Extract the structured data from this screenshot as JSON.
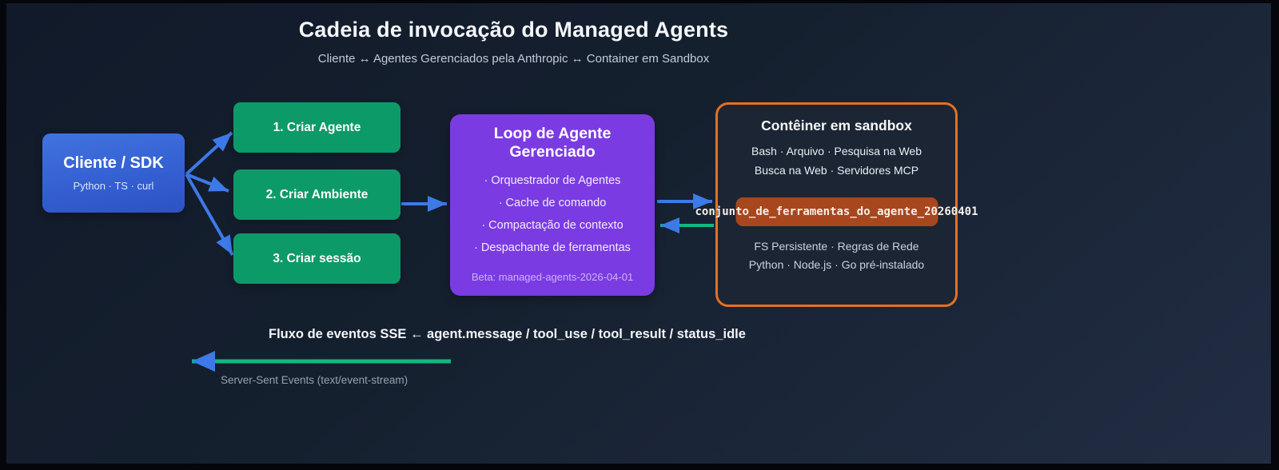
{
  "header": {
    "title": "Cadeia de invocação do Managed Agents",
    "subtitle": "Cliente ↔ Agentes Gerenciados pela Anthropic ↔ Container em Sandbox"
  },
  "client": {
    "title": "Cliente / SDK",
    "subtitle": "Python · TS · curl"
  },
  "steps": [
    {
      "label": "1. Criar Agente"
    },
    {
      "label": "2. Criar Ambiente"
    },
    {
      "label": "3. Criar sessão"
    }
  ],
  "managed_loop": {
    "title": "Loop de Agente Gerenciado",
    "items": [
      "· Orquestrador de Agentes",
      "· Cache de comando",
      "· Compactação de contexto",
      "· Despachante de ferramentas"
    ],
    "beta": "Beta: managed-agents-2026-04-01"
  },
  "sandbox": {
    "title": "Contêiner em sandbox",
    "tools_line_1": "Bash · Arquivo · Pesquisa na Web",
    "tools_line_2": "Busca na Web · Servidores MCP",
    "toolkit_badge": "conjunto_de_ferramentas_do_agente_20260401",
    "runtime_line_1": "FS Persistente · Regras de Rede",
    "runtime_line_2": "Python · Node.js · Go pré-instalado"
  },
  "sse": {
    "label": "Fluxo de eventos SSE ← agent.message / tool_use / tool_result / status_idle",
    "caption": "Server-Sent Events (text/event-stream)"
  },
  "colors": {
    "background": "#15202f",
    "client_blue": "#3560d2",
    "step_green": "#0d9a69",
    "loop_purple": "#7b3be2",
    "sandbox_border_orange": "#e7701f",
    "badge_rust": "#a8471e",
    "arrow_blue": "#3d7ae8",
    "event_green": "#10b981"
  }
}
